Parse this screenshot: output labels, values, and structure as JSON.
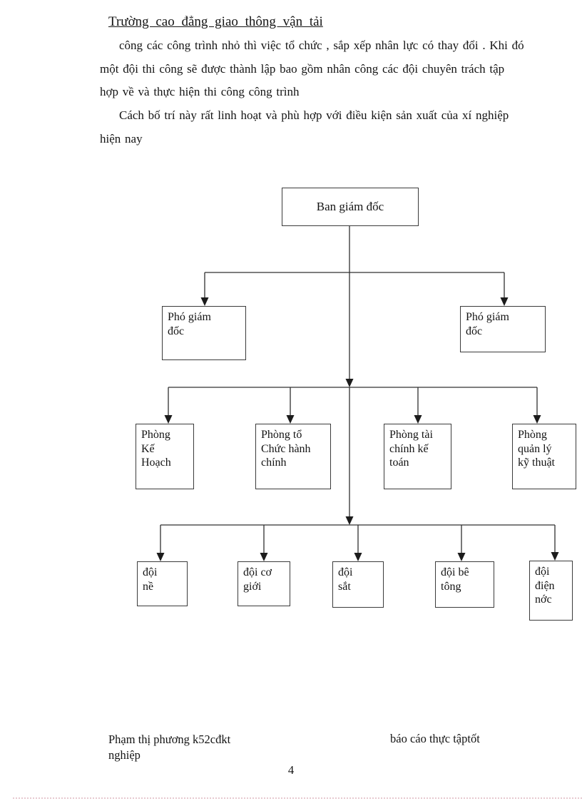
{
  "page": {
    "title": "Trường cao đẳng giao thông vận tải",
    "body_lines": [
      "công các công trình nhỏ thì việc tổ chức , sắp xếp nhân lực có thay đổi . Khi đó",
      "một đội thi công sẽ được thành lập bao gồm nhân công các đội chuyên trách tập",
      "hợp về và thực hiện thi công công trình",
      "Cách bố trí này rất linh hoạt và phù hợp với điều kiện sản xuất của xí nghiệp",
      "hiện nay"
    ],
    "footer": {
      "left": "Phạm thị phương k52cđkt\nnghiệp",
      "right": "báo cáo thực tậptốt",
      "page_number": "4"
    }
  },
  "diagram": {
    "type": "org-chart",
    "boxes": [
      {
        "id": "ban-giam-doc",
        "text": "Ban giám đốc"
      },
      {
        "id": "pho-giam-doc-left",
        "text": "Phó giám\nđốc"
      },
      {
        "id": "pho-giam-doc-right",
        "text": "Phó giám\nđốc"
      },
      {
        "id": "phong-ke-hoach",
        "text": "Phòng\nKế\nHoạch"
      },
      {
        "id": "phong-to-chuc-hanh-chinh",
        "text": "Phòng tổ\nChức hành\nchính"
      },
      {
        "id": "phong-tai-chinh-ke-toan",
        "text": "Phòng tài\nchính kế\ntoán"
      },
      {
        "id": "phong-quan-ly-ky-thuat",
        "text": "Phòng\nquản lý\nkỹ thuật"
      },
      {
        "id": "doi-ne",
        "text": "đội\nnề"
      },
      {
        "id": "doi-co-gioi",
        "text": "đội cơ\ngiới"
      },
      {
        "id": "doi-sat",
        "text": "đội\nsắt"
      },
      {
        "id": "doi-be-tong",
        "text": "đội bê\ntông"
      },
      {
        "id": "doi-dien-noc",
        "text": "đội\nđiện\nnớc"
      }
    ],
    "hierarchy_note": "Ban giám đốc -> 2 Phó giám đốc -> 4 phòng -> 5 đội"
  },
  "colors": {
    "connector_line": "#303030",
    "box_border": "#3b3b3b",
    "bottom_dotted_rule": "#e7c9d0",
    "text": "#141414",
    "background": "#ffffff"
  }
}
